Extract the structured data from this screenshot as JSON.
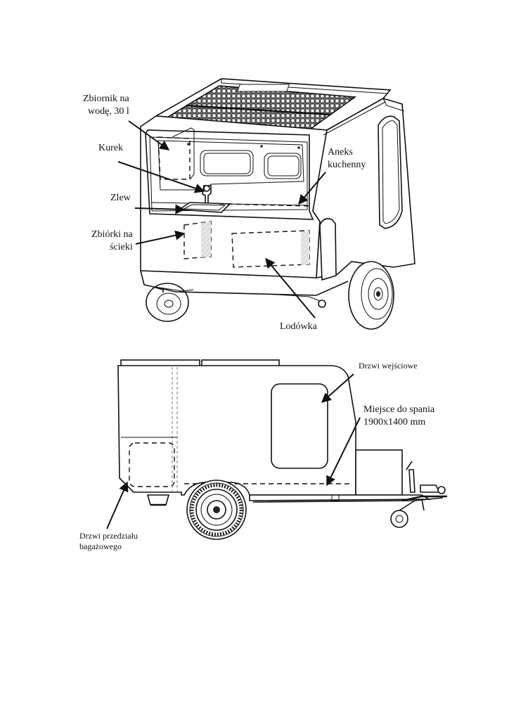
{
  "top_view": {
    "labels": {
      "water_tank": [
        "Zbiornik na",
        "wodę, 30 l"
      ],
      "tap": "Kurek",
      "sink": "Zlew",
      "waste_tanks": [
        "Zbiórki na",
        "ścieki"
      ],
      "kitchen": [
        "Aneks",
        "kuchenny"
      ],
      "fridge": "Lodówka"
    }
  },
  "side_view": {
    "labels": {
      "entry_door": "Drzwi wejściowe",
      "sleeping_area": [
        "Miejsce do spania",
        "1900x1400 mm"
      ],
      "luggage_door": [
        "Drzwi przedziału",
        "bagażowego"
      ]
    }
  }
}
